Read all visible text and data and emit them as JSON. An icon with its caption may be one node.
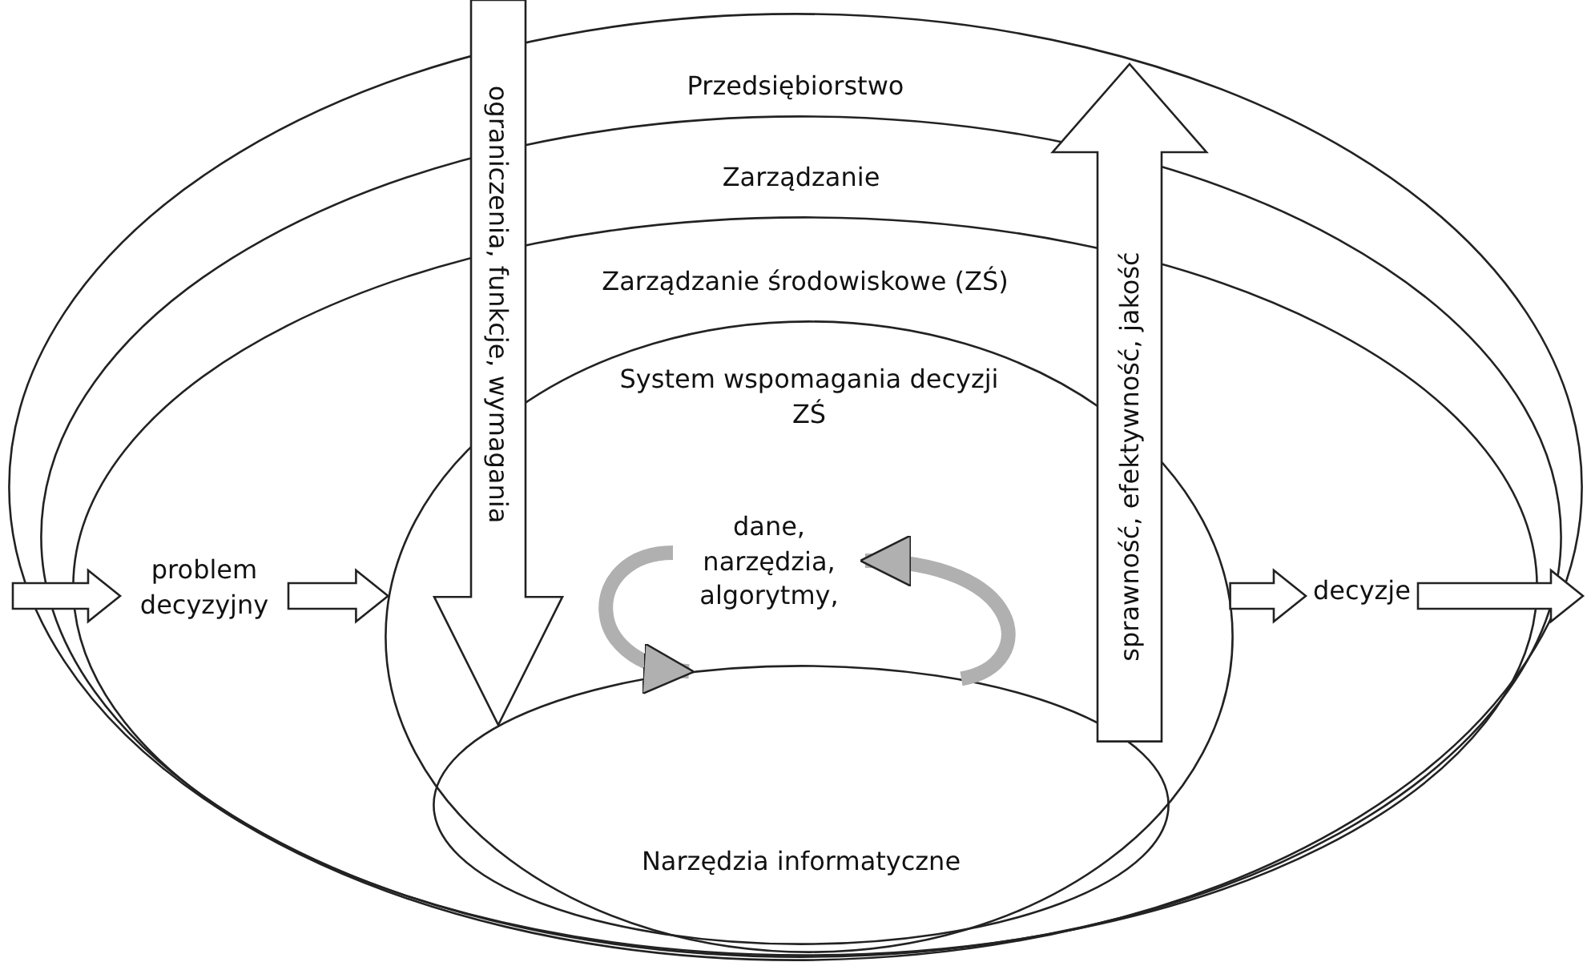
{
  "diagram": {
    "nodes": [
      {
        "text": [
          "Przedsiębiorstwo"
        ]
      },
      {
        "text": [
          "Zarządzanie"
        ],
        "in": 0
      },
      {
        "text": [
          "Zarządzanie środowiskowe (ZŚ)"
        ],
        "in": 1
      },
      {
        "text": [
          "System wspomagania decyzji ZŚ"
        ],
        "in": 2
      },
      {
        "text": [
          "Narzędzia informatyczne"
        ],
        "in": 3
      },
      {
        "text": [
          "problem decyzyjny"
        ],
        "in": 2
      },
      {
        "text": [
          "dane, narzędzia, algorytmy,"
        ],
        "in": 3
      },
      {
        "text": [
          "decyzje"
        ],
        "in": 2
      }
    ],
    "edges": [
      {
        "from": null,
        "to": 5,
        "arrow": "to"
      },
      {
        "from": 5,
        "to": 3,
        "arrow": "to"
      },
      {
        "from": 3,
        "to": 7,
        "arrow": "to"
      },
      {
        "from": 7,
        "to": null,
        "arrow": "to"
      },
      {
        "from": null,
        "to": 4,
        "arrow": "to",
        "label": "ograniczenia, funkcje, wymagania"
      },
      {
        "from": 4,
        "to": null,
        "arrow": "to",
        "label": "sprawność, efektywność, jakość"
      },
      {
        "from": 6,
        "to": 4,
        "arrow": "to",
        "color": "#b0b0b0"
      },
      {
        "from": 4,
        "to": 6,
        "arrow": "to",
        "color": "#b0b0b0"
      }
    ]
  }
}
